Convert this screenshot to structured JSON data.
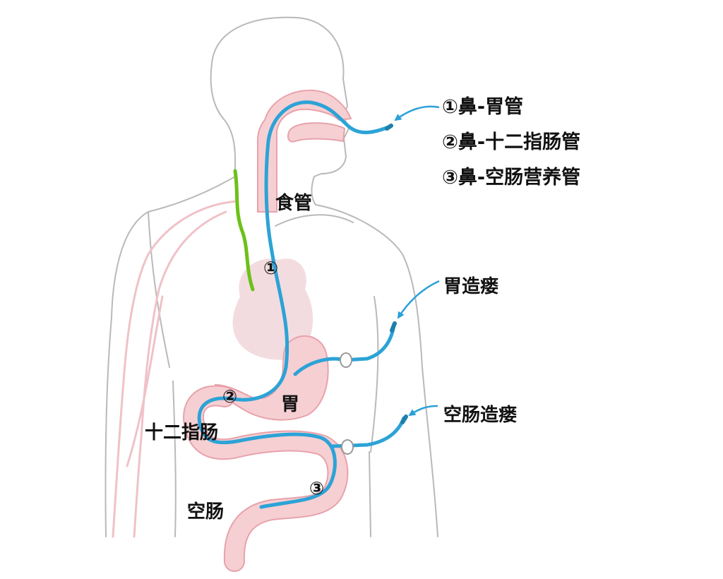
{
  "legend": {
    "items": [
      {
        "num": "①",
        "text": "鼻-胃管"
      },
      {
        "num": "②",
        "text": "鼻-十二指肠管"
      },
      {
        "num": "③",
        "text": "鼻-空肠营养管"
      }
    ]
  },
  "anatomy": {
    "esophagus": "食管",
    "stomach": "胃",
    "duodenum": "十二指肠",
    "jejunum": "空肠"
  },
  "procedures": {
    "gastrostomy": "胃造瘘",
    "jejunostomy": "空肠造瘘"
  },
  "markers": {
    "m1": "①",
    "m2": "②",
    "m3": "③"
  },
  "colors": {
    "tube": "#2ca3d6",
    "arrow": "#2aa0d8",
    "organ_fill": "#f6cfd3",
    "organ_stroke": "#e8a2ab",
    "outline": "#b9b9b9",
    "nerve": "#6cc11a",
    "vessel": "#efc2c8"
  }
}
